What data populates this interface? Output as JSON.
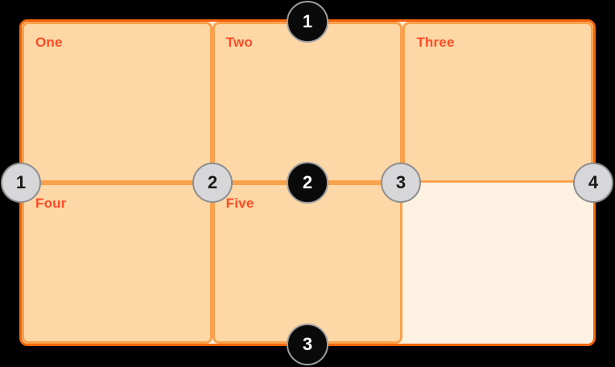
{
  "figure": {
    "background_color": "#000000"
  },
  "grid": {
    "container": {
      "border_color": "#F4660B",
      "background_color": "#FDF2E1"
    },
    "cell_style": {
      "border_color": "#F9A14D",
      "background_color": "#FDD8A6",
      "label_color": "#FF4B26"
    },
    "cells": [
      {
        "label": "One"
      },
      {
        "label": "Two"
      },
      {
        "label": "Three"
      },
      {
        "label": "Four"
      },
      {
        "label": "Five"
      },
      {
        "label": ""
      }
    ]
  },
  "row_line_markers": {
    "fill_color": "#0A0A0A",
    "ring_color": "#9E9EA0",
    "number_color": "#FFFFFF",
    "items": [
      {
        "number": "1"
      },
      {
        "number": "2"
      },
      {
        "number": "3"
      }
    ]
  },
  "column_line_markers": {
    "fill_color": "#D7D7D9",
    "ring_color": "#8E8E90",
    "number_color": "#1A1A1A",
    "items": [
      {
        "number": "1"
      },
      {
        "number": "2"
      },
      {
        "number": "3"
      },
      {
        "number": "4"
      }
    ]
  }
}
